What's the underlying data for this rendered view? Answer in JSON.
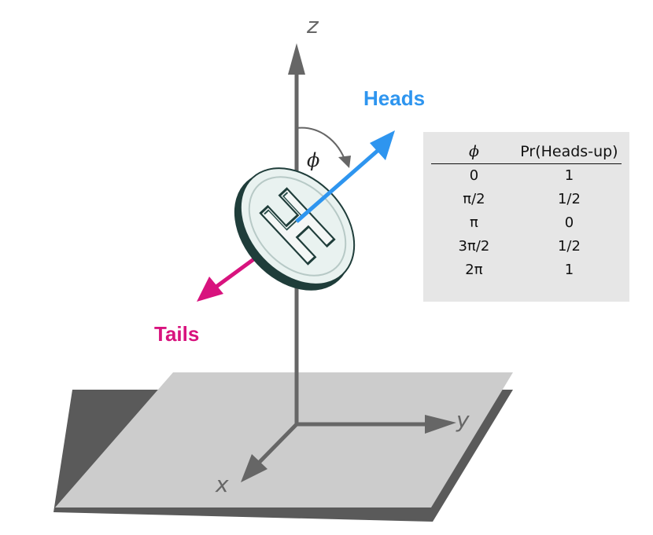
{
  "axes": {
    "z": "z",
    "y": "y",
    "x": "x"
  },
  "vectors": {
    "heads": {
      "label": "Heads",
      "color": "#2e95ef"
    },
    "tails": {
      "label": "Tails",
      "color": "#d8137e"
    }
  },
  "angle_label": "ϕ",
  "coin_letter": "H",
  "colors": {
    "plane": "#cccccc",
    "plane_shadow": "#5a5a5a",
    "axis": "#666666",
    "coin_edge": "#1f3d3a",
    "coin_face": "#e9f2f0",
    "table_bg": "#e6e6e6"
  },
  "table": {
    "headers": [
      "ϕ",
      "Pr(Heads-up)"
    ],
    "rows": [
      [
        "0",
        "1"
      ],
      [
        "π/2",
        "1/2"
      ],
      [
        "π",
        "0"
      ],
      [
        "3π/2",
        "1/2"
      ],
      [
        "2π",
        "1"
      ]
    ]
  }
}
